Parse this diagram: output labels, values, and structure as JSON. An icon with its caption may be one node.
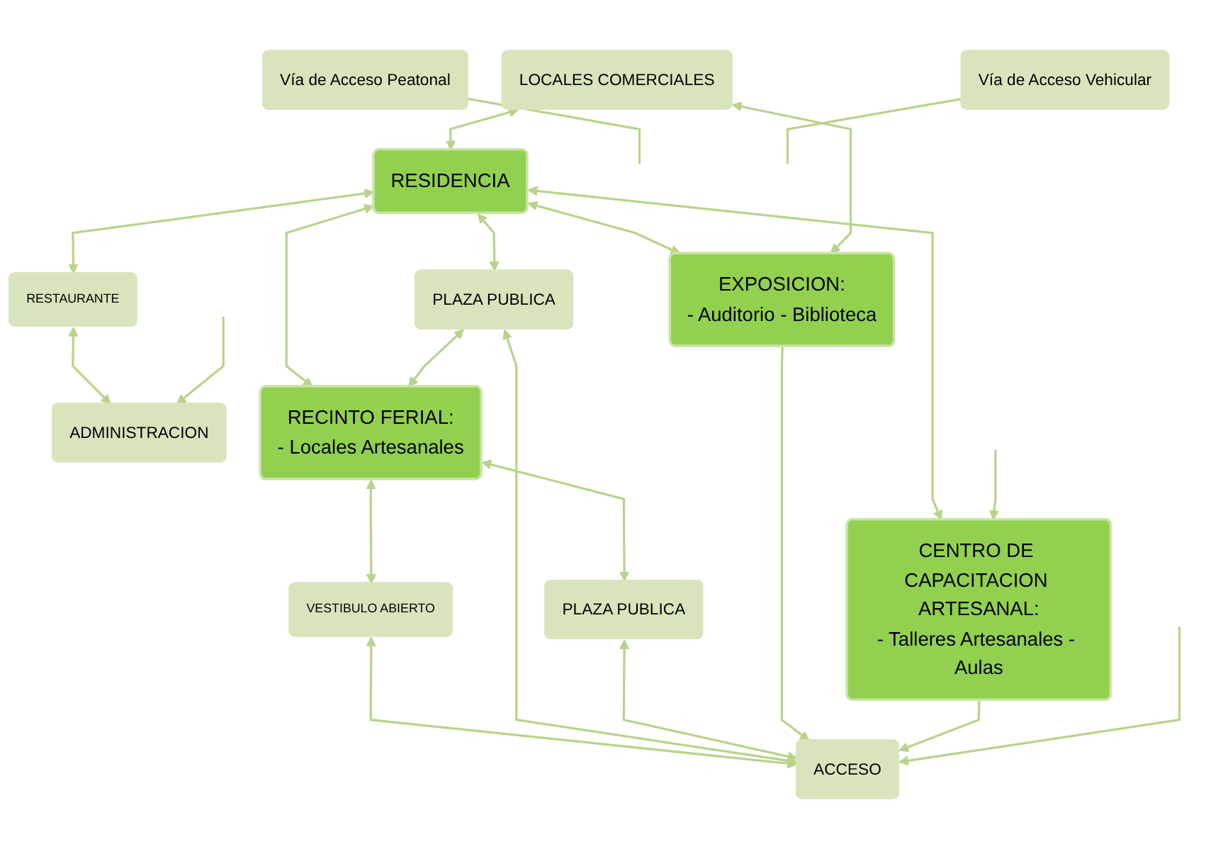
{
  "diagram": {
    "nodes": [
      {
        "text": [
          "LOCALES COMERCIALES"
        ]
      },
      {
        "text": [
          "RESIDENCIA"
        ]
      },
      {
        "text": [
          "RESTAURANTE"
        ]
      },
      {
        "text": [
          "ADMINISTRACION"
        ]
      },
      {
        "text": [
          "EXPOSICION:",
          "- Auditorio - Biblioteca"
        ]
      },
      {
        "text": [
          "PLAZA PUBLICA"
        ]
      },
      {
        "text": [
          "RECINTO FERIAL:",
          "- Locales Artesanales"
        ]
      },
      {
        "text": [
          "PLAZA PUBLICA"
        ]
      },
      {
        "text": [
          "CENTRO DE CAPACITACION ARTESANAL:",
          "- Talleres Artesanales - Aulas"
        ]
      },
      {
        "text": [
          "VESTIBULO ABIERTO"
        ]
      },
      {
        "text": [
          "ACCESO"
        ]
      },
      {
        "text": [
          "Vía de Acceso Peatonal"
        ]
      },
      {
        "text": [
          "Vía de Acceso Vehicular"
        ]
      }
    ],
    "edges": [
      {
        "from": 0,
        "to": 1,
        "arrow": "both"
      },
      {
        "from": 1,
        "to": 2,
        "arrow": "both"
      },
      {
        "from": 2,
        "to": 3,
        "arrow": "both"
      },
      {
        "from": null,
        "to": 3,
        "arrow": "to"
      },
      {
        "from": 4,
        "to": 0,
        "arrow": "both"
      },
      {
        "from": 1,
        "to": 4,
        "arrow": "both"
      },
      {
        "from": 1,
        "to": 5,
        "arrow": "both"
      },
      {
        "from": 1,
        "to": 6,
        "arrow": "both"
      },
      {
        "from": 1,
        "to": 8,
        "arrow": "both"
      },
      {
        "from": null,
        "to": 8,
        "arrow": "to"
      },
      {
        "from": 5,
        "to": 6,
        "arrow": "both"
      },
      {
        "from": 6,
        "to": 7,
        "arrow": "both"
      },
      {
        "from": 6,
        "to": 9,
        "arrow": "both"
      },
      {
        "from": 9,
        "to": 10,
        "arrow": "both"
      },
      {
        "from": 5,
        "to": 10,
        "arrow": "both"
      },
      {
        "from": 7,
        "to": 10,
        "arrow": "both"
      },
      {
        "from": 4,
        "to": 10,
        "arrow": "to"
      },
      {
        "from": 8,
        "to": 10,
        "arrow": "to"
      },
      {
        "from": null,
        "to": 10,
        "arrow": "to"
      },
      {
        "from": 11,
        "to": null,
        "arrow": "none"
      },
      {
        "from": 12,
        "to": null,
        "arrow": "none"
      }
    ]
  }
}
